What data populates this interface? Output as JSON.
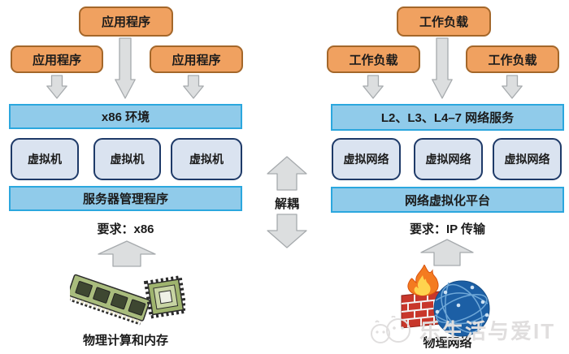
{
  "left_panel": {
    "apps": [
      "应用程序",
      "应用程序",
      "应用程序"
    ],
    "env_bar": "x86 环境",
    "vms": [
      "虚拟机",
      "虚拟机",
      "虚拟机"
    ],
    "hypervisor_bar": "服务器管理程序",
    "requirement": "要求：x86",
    "hardware_caption": "物理计算和内存",
    "hardware_icons": [
      "memory-module-icon",
      "cpu-chip-icon"
    ]
  },
  "right_panel": {
    "workloads": [
      "工作负载",
      "工作负载",
      "工作负载"
    ],
    "services_bar": "L2、L3、L4–7 网络服务",
    "virtual_networks": [
      "虚拟网络",
      "虚拟网络",
      "虚拟网络"
    ],
    "platform_bar": "网络虚拟化平台",
    "requirement": "要求：IP 传输",
    "hardware_caption": "物理网络",
    "hardware_icons": [
      "firewall-icon",
      "globe-network-icon"
    ]
  },
  "center": {
    "decouple_label": "解耦"
  },
  "watermark": {
    "text": "乐生活与爱IT",
    "icon": "smiley-faces-icon"
  },
  "colors": {
    "app_box_fill": "#F0A160",
    "app_box_border": "#A4672A",
    "bar_fill": "#90CBEA",
    "bar_border": "#2BA7DE",
    "vm_box_fill": "#DAE3F0",
    "vm_box_border": "#1E3A68",
    "arrow_fill": "#DCDEDF",
    "arrow_border": "#A6AAAD",
    "text": "#1B1B1B",
    "watermark_gray": "#E0DEDE"
  }
}
